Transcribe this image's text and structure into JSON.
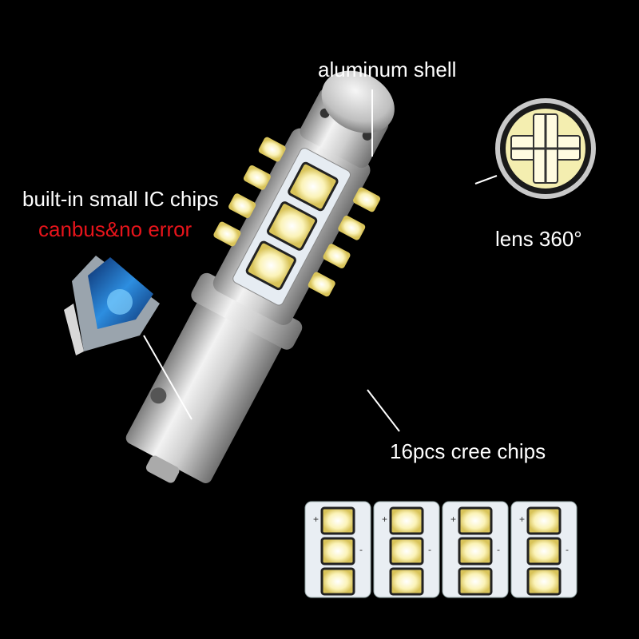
{
  "labels": {
    "aluminum_shell": "aluminum shell",
    "built_in_ic": "built-in small IC chips",
    "canbus": "canbus&no error",
    "lens": "lens 360°",
    "cree_chips": "16pcs cree chips"
  },
  "chip_boards": {
    "count": 4,
    "chips_per_board": 3
  },
  "board_marks": {
    "plus": "+",
    "minus": "-"
  },
  "colors": {
    "background": "#000000",
    "text": "#ffffff",
    "canbus_text": "#e8141b",
    "chip_glow": "#f3e9a3",
    "board_pcb": "#e9eef3"
  }
}
